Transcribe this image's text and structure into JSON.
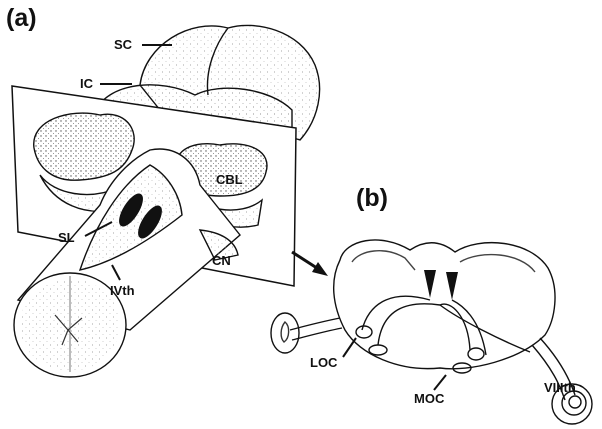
{
  "panels": {
    "a": "(a)",
    "b": "(b)"
  },
  "labels": {
    "sc": "SC",
    "ic": "IC",
    "cbl": "CBL",
    "sl": "SL",
    "ivth": "IVth",
    "cn": "CN",
    "loc": "LOC",
    "moc": "MOC",
    "viiith": "VIIIth"
  },
  "colors": {
    "ink": "#111111",
    "background": "#ffffff",
    "stipple": "#777777"
  }
}
